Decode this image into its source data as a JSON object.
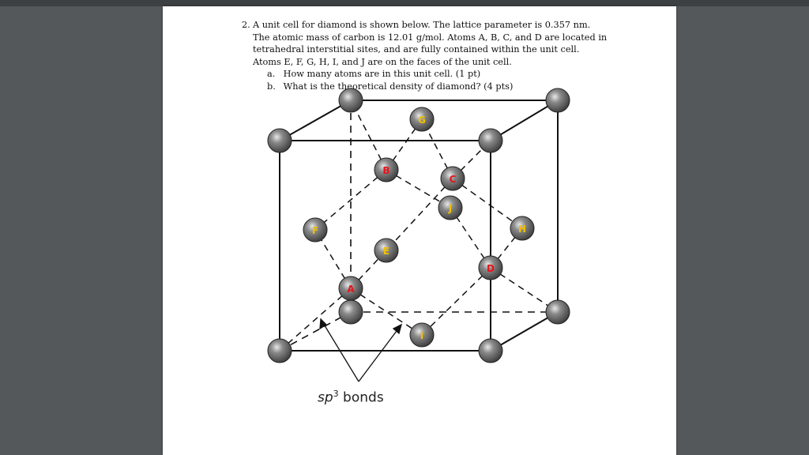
{
  "question": {
    "number": "2.",
    "lines": [
      "A unit cell for diamond is shown below. The lattice parameter is 0.357 nm.",
      "The atomic mass of carbon is 12.01 g/mol. Atoms A, B, C, and D are located in",
      "tetrahedral interstitial sites, and are fully contained within the unit cell.",
      "Atoms E, F, G, H, I, and J are on the faces of the unit cell."
    ],
    "parts": [
      {
        "letter": "a.",
        "text": "How many atoms are in this unit cell.  (1 pt)"
      },
      {
        "letter": "b.",
        "text": "What is the theoretical density of diamond? (4 pts)"
      }
    ]
  },
  "diagram": {
    "atom_labels": {
      "A": "A",
      "B": "B",
      "C": "C",
      "D": "D",
      "E": "E",
      "F": "F",
      "G": "G",
      "H": "H",
      "I": "I",
      "J": "J"
    },
    "colors": {
      "tetrahedral_label": "#e8131b",
      "face_label": "#f0c000",
      "atom_fill": "#6a6a6a",
      "cell_edge": "#111111"
    },
    "caption_sp": "sp",
    "caption_exp": "3",
    "caption_rest": " bonds"
  }
}
